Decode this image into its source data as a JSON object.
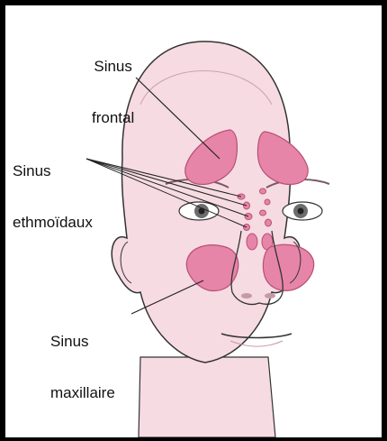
{
  "labels": {
    "frontal_line1": "Sinus",
    "frontal_line2": "frontal",
    "ethmoid_line1": "Sinus",
    "ethmoid_line2": "ethmoïdaux",
    "maxillary_line1": "Sinus",
    "maxillary_line2": "maxillaire"
  },
  "colors": {
    "skin": "#f6dbe2",
    "skin_shade": "#e9c4cf",
    "sinus": "#e685a8",
    "sinus_outline": "#b84f76",
    "line": "#222222",
    "frame": "#000000"
  }
}
